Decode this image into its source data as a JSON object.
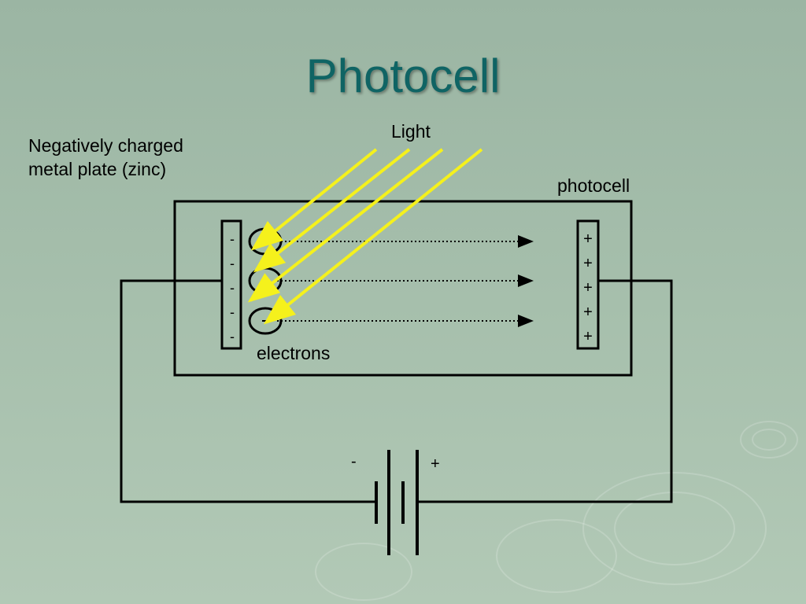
{
  "title": "Photocell",
  "labels": {
    "plate": "Negatively charged metal plate (zinc)",
    "light": "Light",
    "photocell": "photocell",
    "electrons": "electrons",
    "battery_negative": "-",
    "battery_positive": "+"
  },
  "plate_negative_signs": [
    "-",
    "-",
    "-",
    "-",
    "-"
  ],
  "plate_positive_signs": [
    "+",
    "+",
    "+",
    "+",
    "+"
  ],
  "colors": {
    "background": "#a6bfac",
    "title": "#0f6464",
    "light_rays": "#f5f11c",
    "wires": "#000000"
  }
}
